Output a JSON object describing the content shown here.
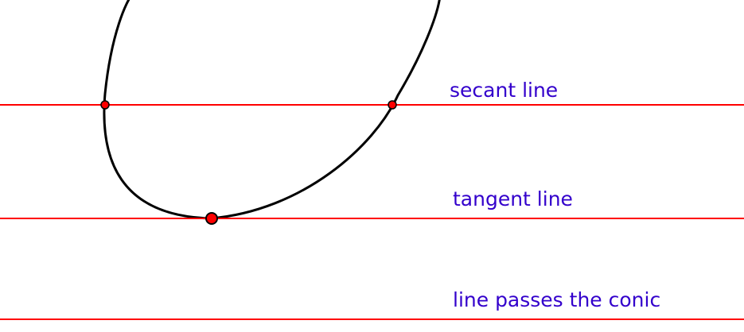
{
  "colors": {
    "line": "#ff0000",
    "curve": "#000000",
    "point_fill": "#ff0000",
    "point_stroke": "#000000",
    "label": "#3300cc"
  },
  "labels": {
    "secant": "secant line",
    "tangent": "tangent line",
    "passes": "line passes the conic"
  }
}
